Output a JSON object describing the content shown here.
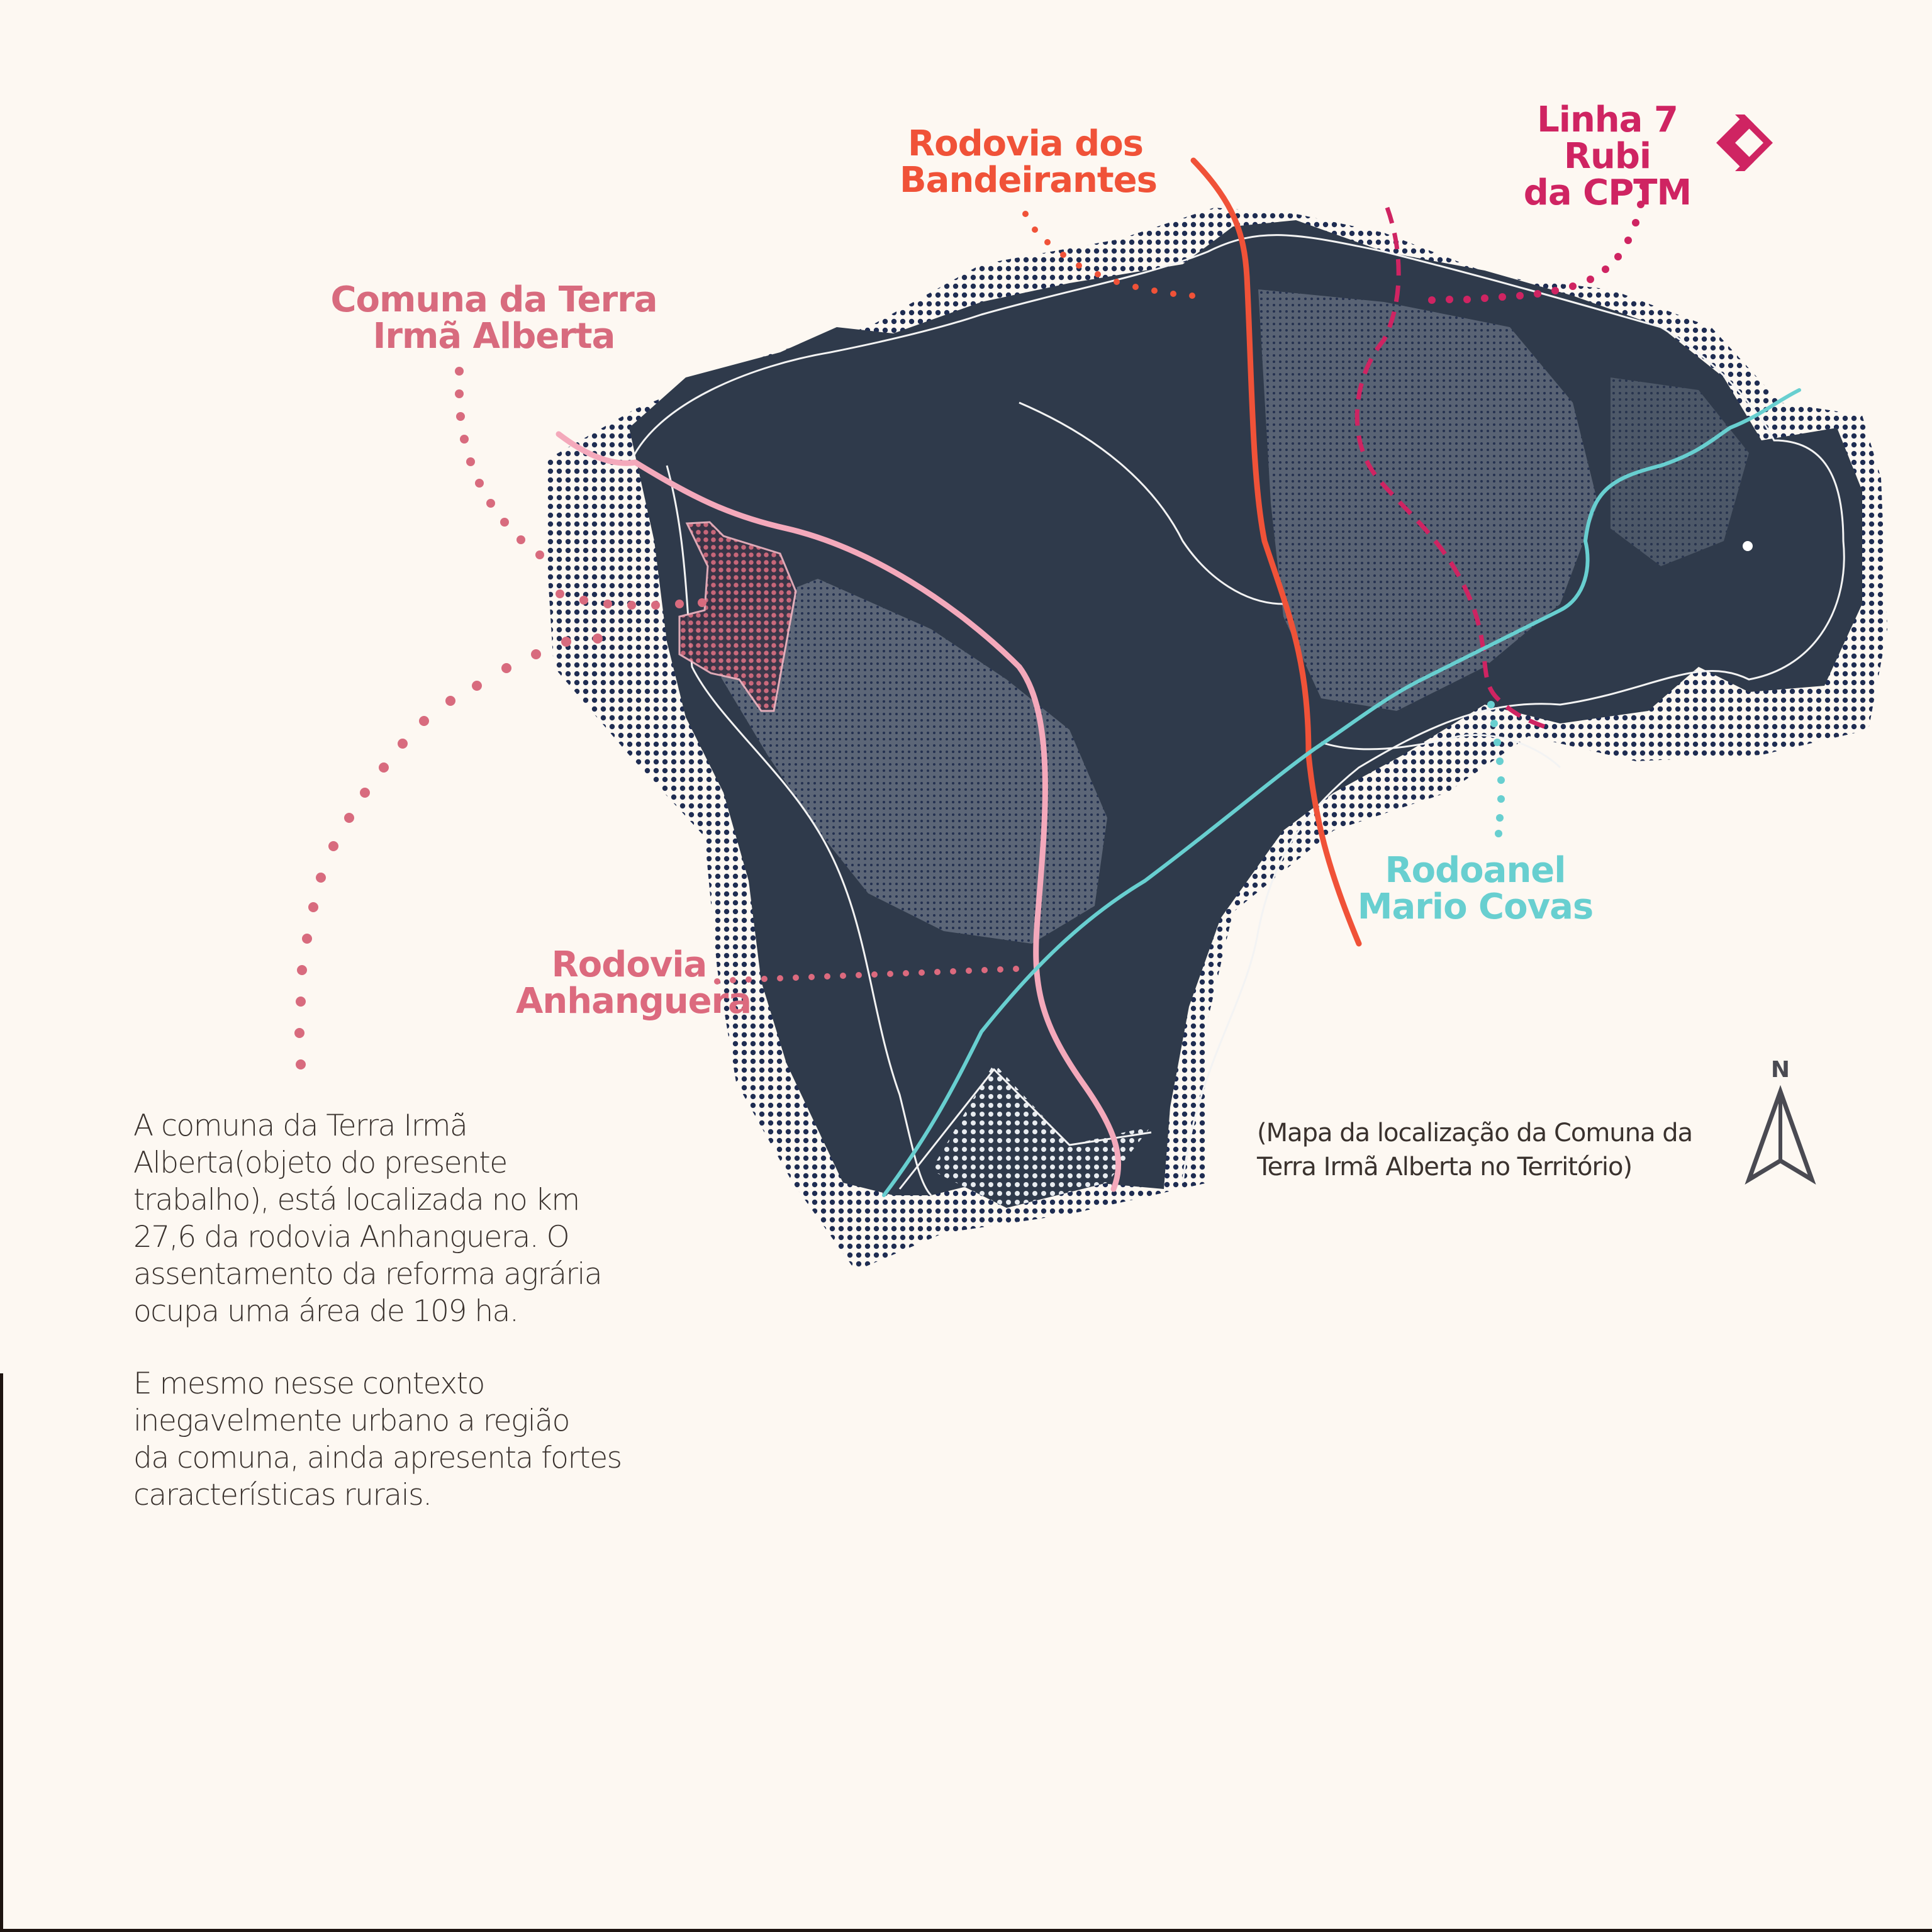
{
  "map": {
    "title": "Mapa da localização da Comuna da Terra Irmã Alberta no Território",
    "colors": {
      "background": "#fdf8f2",
      "map_fill": "#2f3a4b",
      "halftone": "#1f2d52",
      "rodovia_bandeirantes": "#f05238",
      "linha7_cptm": "#cf2462",
      "comuna": "#d86b7e",
      "rodoanel": "#68cfd0",
      "rodovia_anhanguera": "#f4a9bb"
    }
  },
  "labels": {
    "rodovia_bandeirantes": "Rodovia dos\nBandeirantes",
    "linha7_cptm": "Linha 7 Rubi\nda CPTM",
    "comuna": "Comuna da Terra\nIrmã Alberta",
    "rodoanel": "Rodoanel\nMario Covas",
    "rodovia_anhanguera": "Rodovia\nAnhanguera"
  },
  "icons": {
    "cptm_logo": "cptm-logo-icon",
    "north_arrow": "north-arrow-icon"
  },
  "north": {
    "label": "N"
  },
  "text": {
    "paragraph_1": " A comuna da Terra Irmã\nAlberta(objeto do presente\ntrabalho), está localizada no km\n27,6 da rodovia Anhanguera. O\nassentamento da reforma agrária\nocupa uma área de 109 ha.",
    "paragraph_2": "E mesmo nesse contexto\ninegavelmente urbano  a região\nda comuna, ainda apresenta fortes\ncaracterísticas rurais.",
    "caption": "(Mapa da localização da Comuna da\nTerra Irmã Alberta no Território)"
  }
}
